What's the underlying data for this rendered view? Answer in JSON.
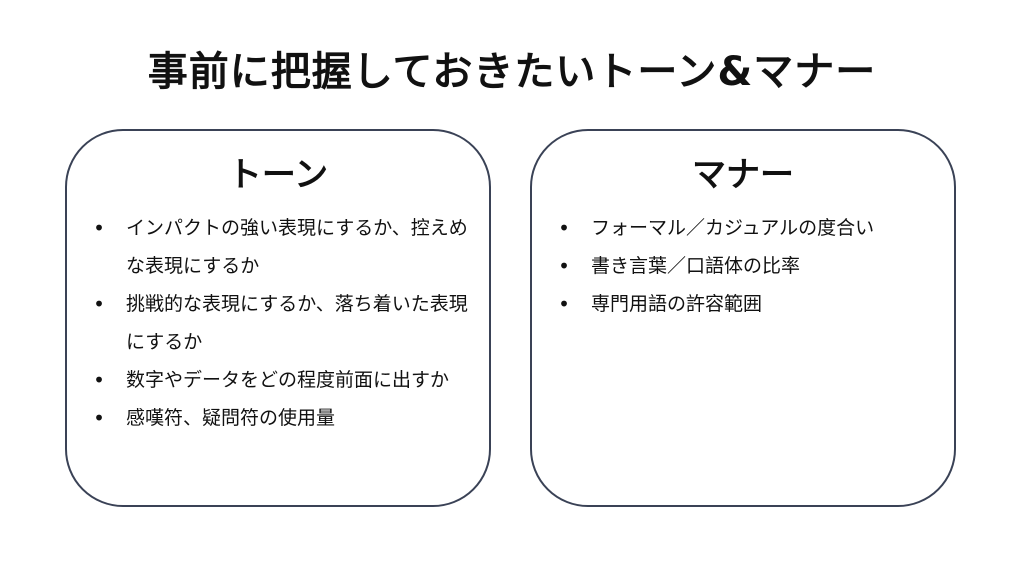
{
  "title": "事前に把握しておきたいトーン&マナー",
  "tone": {
    "heading": "トーン",
    "items": [
      "インパクトの強い表現にするか、控えめな表現にするか",
      "挑戦的な表現にするか、落ち着いた表現にするか",
      "数字やデータをどの程度前面に出すか",
      "感嘆符、疑問符の使用量"
    ]
  },
  "manner": {
    "heading": "マナー",
    "items": [
      "フォーマル／カジュアルの度合い",
      "書き言葉／口語体の比率",
      "専門用語の許容範囲"
    ]
  },
  "bullet_symbol": "•"
}
